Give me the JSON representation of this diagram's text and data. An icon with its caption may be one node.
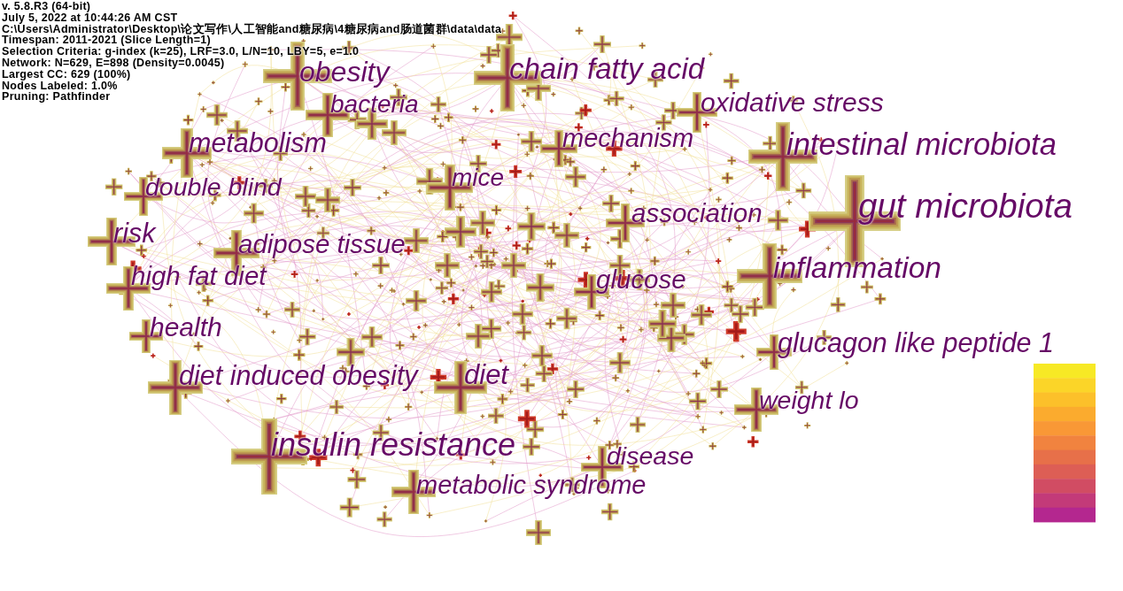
{
  "diagram": {
    "labels": [
      "v. 5.8.R3 (64-bit)",
      "July 5, 2022 at 10:44:26 AM CST",
      "C:\\Users\\Administrator\\Desktop\\论文写作\\人工智能and糖尿病\\4糖尿病and肠道菌群\\data\\data",
      "Timespan: 2011-2021 (Slice Length=1)",
      "Selection Criteria: g-index (k=25), LRF=3.0, L/N=10, LBY=5, e=1.0",
      "Network: N=629, E=898 (Density=0.0045)",
      "Largest CC: 629 (100%)",
      "Nodes Labeled: 1.0%",
      "Pruning: Pathfinder",
      "obesity",
      "chain fatty acid",
      "bacteria",
      "oxidative stress",
      "metabolism",
      "mechanism",
      "intestinal microbiota",
      "mice",
      "double blind",
      "association",
      "gut microbiota",
      "risk",
      "adipose tissue",
      "inflammation",
      "high fat diet",
      "glucose",
      "health",
      "glucagon like peptide 1",
      "diet induced obesity",
      "diet",
      "weight lo",
      "insulin resistance",
      "disease",
      "metabolic syndrome"
    ]
  }
}
